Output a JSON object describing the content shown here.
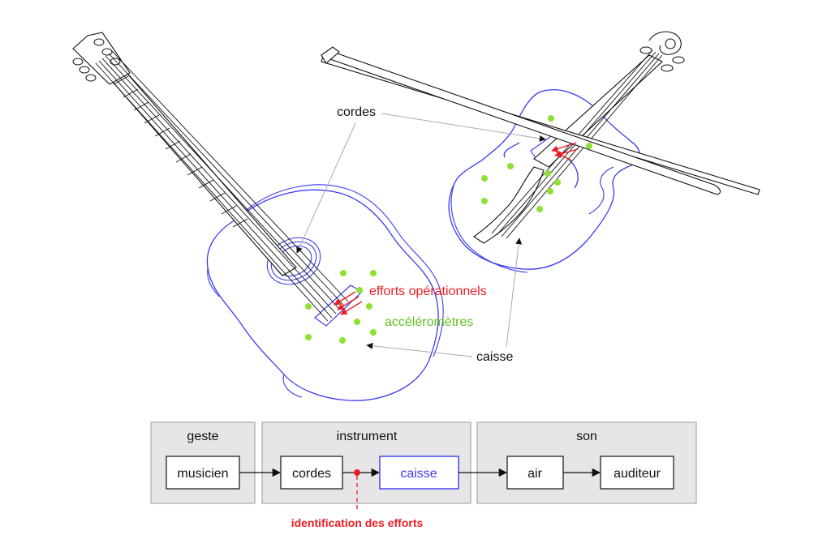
{
  "labels": {
    "cordes": "cordes",
    "efforts": "efforts opérationnels",
    "accelerometres": "accéléromètres",
    "caisse": "caisse"
  },
  "flow": {
    "groups": {
      "geste": "geste",
      "instrument": "instrument",
      "son": "son"
    },
    "boxes": {
      "musicien": "musicien",
      "cordes": "cordes",
      "caisse": "caisse",
      "air": "air",
      "auditeur": "auditeur"
    },
    "identification": "identification des efforts"
  },
  "colors": {
    "instrument_outline": "#3b3bf0",
    "strings": "#111111",
    "force": "#ee1c25",
    "accelerometer": "#8ee033",
    "accent_label_efforts": "#ee1c25",
    "accent_label_accel": "#5fbf1f",
    "group_fill": "#e6e6e6",
    "group_stroke": "#9a9a9a"
  }
}
